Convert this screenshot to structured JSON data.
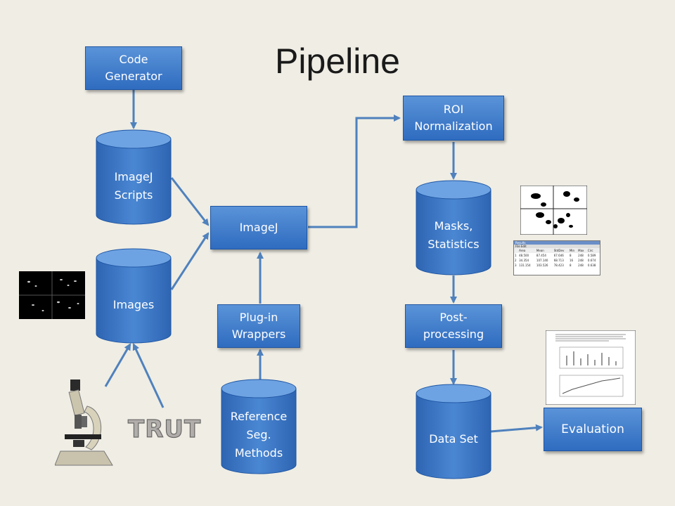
{
  "title": "Pipeline",
  "nodes": {
    "code_generator": "Code\nGenerator",
    "imagej_scripts": "ImageJ\nScripts",
    "images": "Images",
    "imagej": "ImageJ",
    "plugin_wrappers": "Plug-in\nWrappers",
    "reference_methods": "Reference\nSeg.\nMethods",
    "roi_normalization": "ROI\nNormalization",
    "masks_statistics": "Masks,\nStatistics",
    "post_processing": "Post-\nprocessing",
    "data_set": "Data Set",
    "evaluation": "Evaluation"
  },
  "truth_label": "TRUTH",
  "results_window": {
    "title": "Results",
    "menu": [
      "File",
      "Edit"
    ],
    "headers": [
      "",
      "Area",
      "Mean",
      "StdDev",
      "Min",
      "Max",
      "Circ"
    ],
    "rows": [
      [
        "1",
        "48.500",
        "87.454",
        "67.646",
        "8",
        "248",
        "0.589"
      ],
      [
        "2",
        "34.354",
        "107.140",
        "68.713",
        "16",
        "248",
        "0.674"
      ],
      [
        "3",
        "131.154",
        "103.526",
        "78.423",
        "8",
        "248",
        "0.638"
      ]
    ]
  },
  "colors": {
    "box_top": "#5a93d8",
    "box_bottom": "#2f6cc0",
    "arrow": "#4f81bd",
    "background": "#efede4"
  }
}
